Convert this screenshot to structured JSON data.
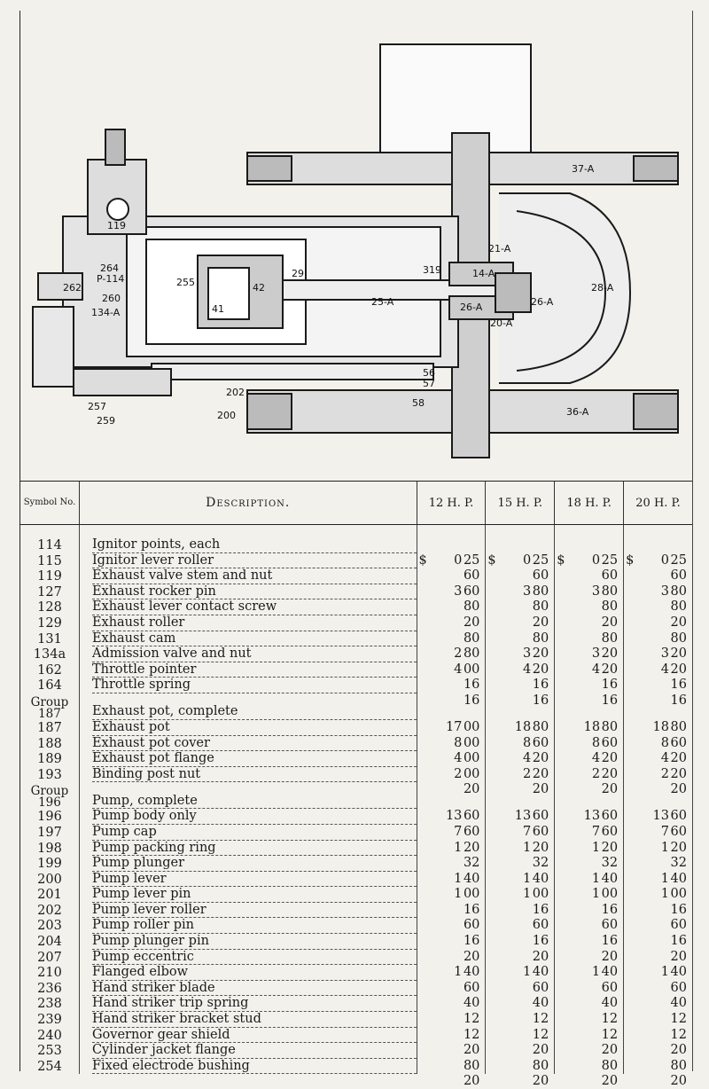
{
  "drawing": {
    "labels": [
      "37-A",
      "36-A",
      "28-A",
      "21-A",
      "14-A",
      "26-A",
      "20-A",
      "26-A",
      "25-A",
      "29",
      "319",
      "255",
      "41",
      "42",
      "264",
      "P-114",
      "262",
      "260",
      "134-A",
      "119",
      "202",
      "200",
      "257",
      "259",
      "56",
      "57",
      "58"
    ]
  },
  "table": {
    "headers": {
      "symbol": "Symbol No.",
      "description": "Description.",
      "hp": [
        "12 H. P.",
        "15 H. P.",
        "18 H. P.",
        "20 H. P."
      ]
    },
    "currency": "$",
    "rows": [
      {
        "sym": "114",
        "desc": "Ignitor points, each",
        "v": [
          [
            "0",
            "25"
          ],
          [
            "0",
            "25"
          ],
          [
            "0",
            "25"
          ],
          [
            "0",
            "25"
          ]
        ],
        "cur": true
      },
      {
        "sym": "115",
        "desc": "Ignitor lever roller",
        "v": [
          [
            "",
            "60"
          ],
          [
            "",
            "60"
          ],
          [
            "",
            "60"
          ],
          [
            "",
            "60"
          ]
        ]
      },
      {
        "sym": "119",
        "desc": "Exhaust valve stem and nut",
        "v": [
          [
            "3",
            "60"
          ],
          [
            "3",
            "80"
          ],
          [
            "3",
            "80"
          ],
          [
            "3",
            "80"
          ]
        ]
      },
      {
        "sym": "127",
        "desc": "Exhaust rocker pin",
        "v": [
          [
            "",
            "80"
          ],
          [
            "",
            "80"
          ],
          [
            "",
            "80"
          ],
          [
            "",
            "80"
          ]
        ]
      },
      {
        "sym": "128",
        "desc": "Exhaust lever contact screw",
        "v": [
          [
            "",
            "20"
          ],
          [
            "",
            "20"
          ],
          [
            "",
            "20"
          ],
          [
            "",
            "20"
          ]
        ]
      },
      {
        "sym": "129",
        "desc": "Exhaust roller",
        "v": [
          [
            "",
            "80"
          ],
          [
            "",
            "80"
          ],
          [
            "",
            "80"
          ],
          [
            "",
            "80"
          ]
        ]
      },
      {
        "sym": "131",
        "desc": "Exhaust cam",
        "v": [
          [
            "2",
            "80"
          ],
          [
            "3",
            "20"
          ],
          [
            "3",
            "20"
          ],
          [
            "3",
            "20"
          ]
        ]
      },
      {
        "sym": "134a",
        "desc": "Admission valve and nut",
        "v": [
          [
            "4",
            "00"
          ],
          [
            "4",
            "20"
          ],
          [
            "4",
            "20"
          ],
          [
            "4",
            "20"
          ]
        ]
      },
      {
        "sym": "162",
        "desc": "Throttle pointer",
        "v": [
          [
            "",
            "16"
          ],
          [
            "",
            "16"
          ],
          [
            "",
            "16"
          ],
          [
            "",
            "16"
          ]
        ]
      },
      {
        "sym": "164",
        "desc": "Throttle spring",
        "v": [
          [
            "",
            "16"
          ],
          [
            "",
            "16"
          ],
          [
            "",
            "16"
          ],
          [
            "",
            "16"
          ]
        ]
      },
      {
        "group": true,
        "sym": "187",
        "grp": "Group",
        "desc": "Exhaust pot, complete",
        "v": [
          [
            "17",
            "00"
          ],
          [
            "18",
            "80"
          ],
          [
            "18",
            "80"
          ],
          [
            "18",
            "80"
          ]
        ]
      },
      {
        "sym": "187",
        "desc": "Exhaust pot",
        "v": [
          [
            "8",
            "00"
          ],
          [
            "8",
            "60"
          ],
          [
            "8",
            "60"
          ],
          [
            "8",
            "60"
          ]
        ]
      },
      {
        "sym": "188",
        "desc": "Exhaust pot cover",
        "v": [
          [
            "4",
            "00"
          ],
          [
            "4",
            "20"
          ],
          [
            "4",
            "20"
          ],
          [
            "4",
            "20"
          ]
        ]
      },
      {
        "sym": "189",
        "desc": "Exhaust pot flange",
        "v": [
          [
            "2",
            "00"
          ],
          [
            "2",
            "20"
          ],
          [
            "2",
            "20"
          ],
          [
            "2",
            "20"
          ]
        ]
      },
      {
        "sym": "193",
        "desc": "Binding post nut",
        "v": [
          [
            "",
            "20"
          ],
          [
            "",
            "20"
          ],
          [
            "",
            "20"
          ],
          [
            "",
            "20"
          ]
        ]
      },
      {
        "group": true,
        "sym": "196",
        "grp": "Group",
        "desc": "Pump, complete",
        "v": [
          [
            "13",
            "60"
          ],
          [
            "13",
            "60"
          ],
          [
            "13",
            "60"
          ],
          [
            "13",
            "60"
          ]
        ]
      },
      {
        "sym": "196",
        "desc": "Pump body only",
        "v": [
          [
            "7",
            "60"
          ],
          [
            "7",
            "60"
          ],
          [
            "7",
            "60"
          ],
          [
            "7",
            "60"
          ]
        ]
      },
      {
        "sym": "197",
        "desc": "Pump cap",
        "v": [
          [
            "1",
            "20"
          ],
          [
            "1",
            "20"
          ],
          [
            "1",
            "20"
          ],
          [
            "1",
            "20"
          ]
        ]
      },
      {
        "sym": "198",
        "desc": "Pump packing ring",
        "v": [
          [
            "",
            "32"
          ],
          [
            "",
            "32"
          ],
          [
            "",
            "32"
          ],
          [
            "",
            "32"
          ]
        ]
      },
      {
        "sym": "199",
        "desc": "Pump plunger",
        "v": [
          [
            "1",
            "40"
          ],
          [
            "1",
            "40"
          ],
          [
            "1",
            "40"
          ],
          [
            "1",
            "40"
          ]
        ]
      },
      {
        "sym": "200",
        "desc": "Pump lever",
        "v": [
          [
            "1",
            "00"
          ],
          [
            "1",
            "00"
          ],
          [
            "1",
            "00"
          ],
          [
            "1",
            "00"
          ]
        ]
      },
      {
        "sym": "201",
        "desc": "Pump lever pin",
        "v": [
          [
            "",
            "16"
          ],
          [
            "",
            "16"
          ],
          [
            "",
            "16"
          ],
          [
            "",
            "16"
          ]
        ]
      },
      {
        "sym": "202",
        "desc": "Pump lever roller",
        "v": [
          [
            "",
            "60"
          ],
          [
            "",
            "60"
          ],
          [
            "",
            "60"
          ],
          [
            "",
            "60"
          ]
        ]
      },
      {
        "sym": "203",
        "desc": "Pump roller pin",
        "v": [
          [
            "",
            "16"
          ],
          [
            "",
            "16"
          ],
          [
            "",
            "16"
          ],
          [
            "",
            "16"
          ]
        ]
      },
      {
        "sym": "204",
        "desc": "Pump plunger pin",
        "v": [
          [
            "",
            "20"
          ],
          [
            "",
            "20"
          ],
          [
            "",
            "20"
          ],
          [
            "",
            "20"
          ]
        ]
      },
      {
        "sym": "207",
        "desc": "Pump eccentric",
        "v": [
          [
            "1",
            "40"
          ],
          [
            "1",
            "40"
          ],
          [
            "1",
            "40"
          ],
          [
            "1",
            "40"
          ]
        ]
      },
      {
        "sym": "210",
        "desc": "Flanged elbow",
        "v": [
          [
            "",
            "60"
          ],
          [
            "",
            "60"
          ],
          [
            "",
            "60"
          ],
          [
            "",
            "60"
          ]
        ]
      },
      {
        "sym": "236",
        "desc": "Hand striker blade",
        "v": [
          [
            "",
            "40"
          ],
          [
            "",
            "40"
          ],
          [
            "",
            "40"
          ],
          [
            "",
            "40"
          ]
        ]
      },
      {
        "sym": "238",
        "desc": "Hand striker trip spring",
        "v": [
          [
            "",
            "12"
          ],
          [
            "",
            "12"
          ],
          [
            "",
            "12"
          ],
          [
            "",
            "12"
          ]
        ]
      },
      {
        "sym": "239",
        "desc": "Hand striker bracket stud",
        "v": [
          [
            "",
            "12"
          ],
          [
            "",
            "12"
          ],
          [
            "",
            "12"
          ],
          [
            "",
            "12"
          ]
        ]
      },
      {
        "sym": "240",
        "desc": "Governor gear shield",
        "v": [
          [
            "",
            "20"
          ],
          [
            "",
            "20"
          ],
          [
            "",
            "20"
          ],
          [
            "",
            "20"
          ]
        ]
      },
      {
        "sym": "253",
        "desc": "Cylinder jacket flange",
        "v": [
          [
            "",
            "80"
          ],
          [
            "",
            "80"
          ],
          [
            "",
            "80"
          ],
          [
            "",
            "80"
          ]
        ]
      },
      {
        "sym": "254",
        "desc": "Fixed electrode bushing",
        "v": [
          [
            "",
            "20"
          ],
          [
            "",
            "20"
          ],
          [
            "",
            "20"
          ],
          [
            "",
            "20"
          ]
        ]
      }
    ]
  }
}
